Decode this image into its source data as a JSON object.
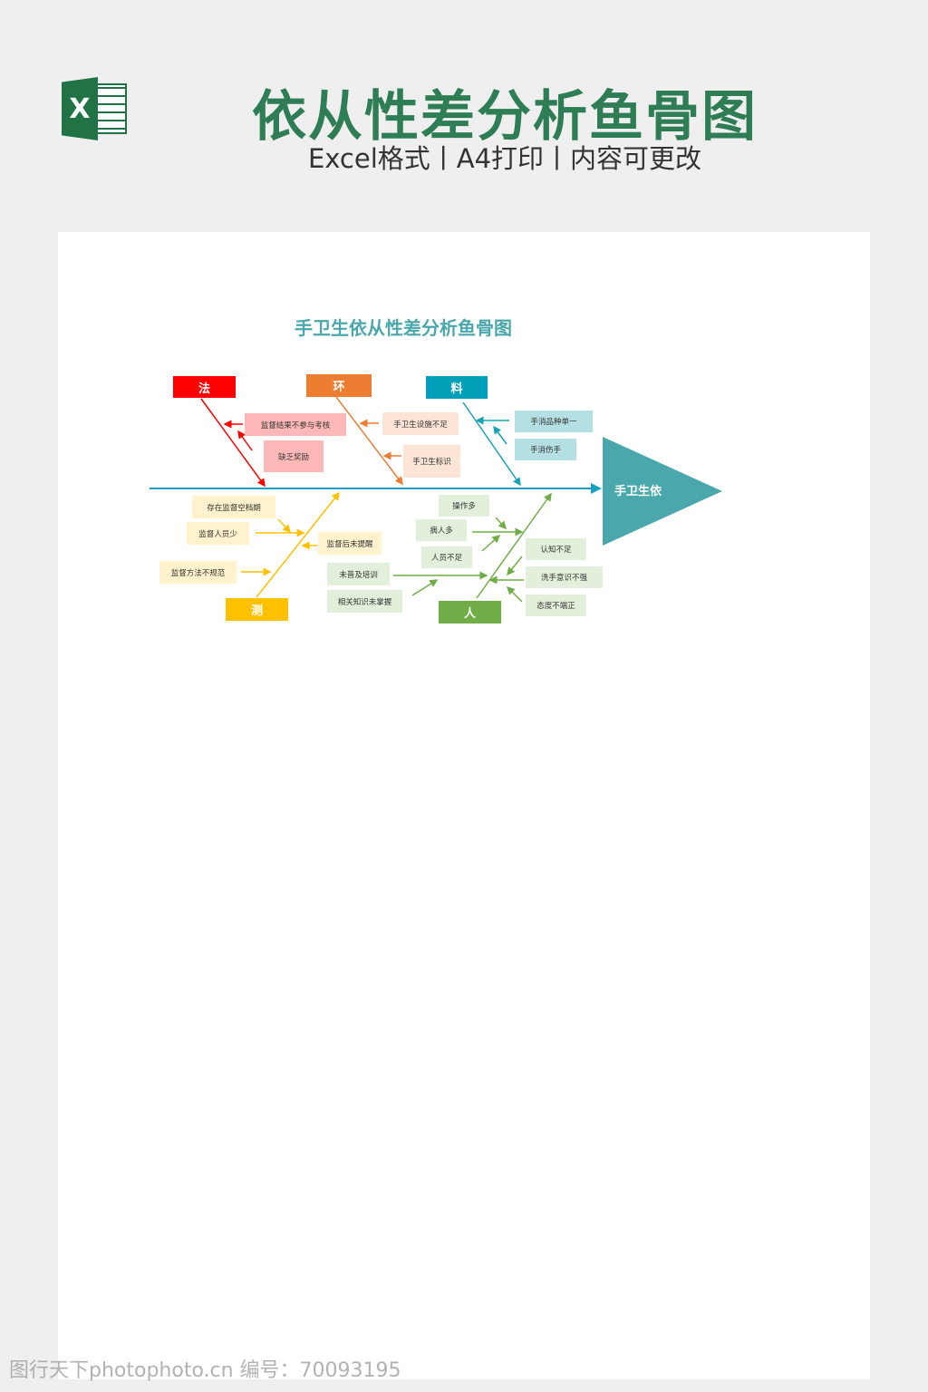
{
  "header": {
    "title": "依从性差分析鱼骨图",
    "subtitle": "Excel格式丨A4打印丨内容可更改",
    "logo_letter": "X"
  },
  "chart": {
    "title": "手卫生依从性差分析鱼骨图",
    "head": "手卫生依",
    "categories": {
      "fa": "法",
      "huan": "环",
      "liao": "料",
      "ce": "测",
      "ren": "人"
    },
    "colors": {
      "fa": "#ff0000",
      "huan": "#ed7d31",
      "liao": "#17a2b8",
      "ce": "#ffc000",
      "ren": "#70ad47",
      "spine": "#17a2c0",
      "head": "#4aa8ad"
    },
    "causes": {
      "fa": [
        "监督结果不参与考核",
        "缺乏奖励"
      ],
      "huan": [
        "手卫生设施不足",
        "手卫生标识"
      ],
      "liao": [
        "手消品种单一",
        "手消伤手"
      ],
      "ce": [
        "存在监督空档期",
        "监督人员少",
        "监督方法不规范",
        "监督后未提醒"
      ],
      "ren": [
        "未普及培训",
        "相关知识未掌握",
        "操作多",
        "病人多",
        "人员不足",
        "认知不足",
        "洗手意识不强",
        "态度不端正"
      ]
    }
  },
  "watermark": "图行天下photophoto.cn  编号：70093195"
}
